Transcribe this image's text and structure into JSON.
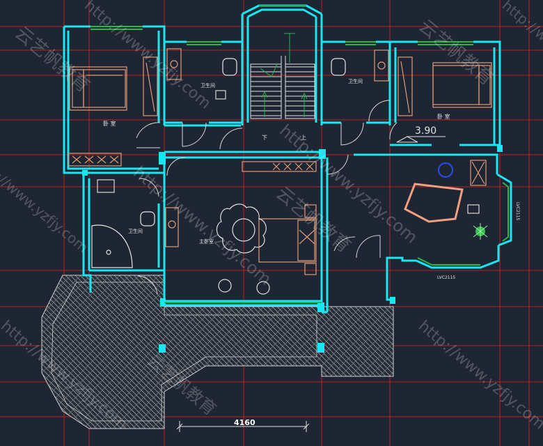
{
  "drawing": {
    "room_labels": {
      "bedroom_left": "卧 室",
      "bedroom_right": "卧 室",
      "bath_top_left": "卫生间",
      "bath_top_right": "卫生间",
      "bath_master": "卫生间",
      "master_bedroom": "主卧室"
    },
    "stair_labels": {
      "down": "下",
      "up": "上"
    },
    "level_mark": "3.90",
    "window_tag_bottom": "LVC2115",
    "window_tag_side": "LVC2115",
    "dimension_bottom": "4160"
  },
  "watermarks": {
    "site": "http://www.yzfjy.com",
    "brand": "云艺帆教育"
  },
  "colors": {
    "background": "#1f2633",
    "wall": "#19e6f0",
    "grid_red": "#d42020",
    "furniture": "#e09a78",
    "window": "#22b84a",
    "door": "#d8d8d8",
    "paving": "#8a8a8a"
  }
}
